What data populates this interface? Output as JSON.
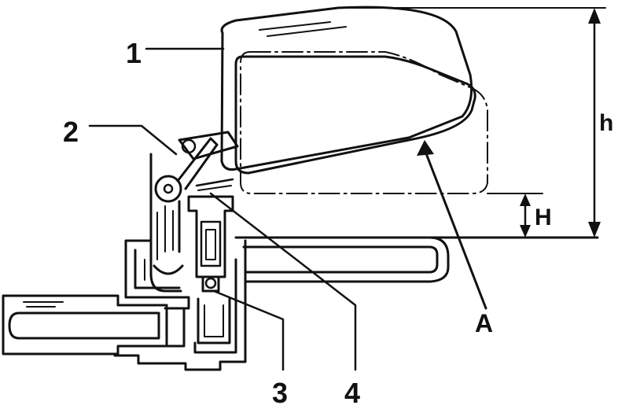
{
  "labels": {
    "part1": "1",
    "part2": "2",
    "part3": "3",
    "part4": "4",
    "pointA": "A",
    "dimH_small": "H",
    "dimH_large": "h"
  },
  "colors": {
    "ink": "#111111",
    "paper": "#ffffff"
  }
}
